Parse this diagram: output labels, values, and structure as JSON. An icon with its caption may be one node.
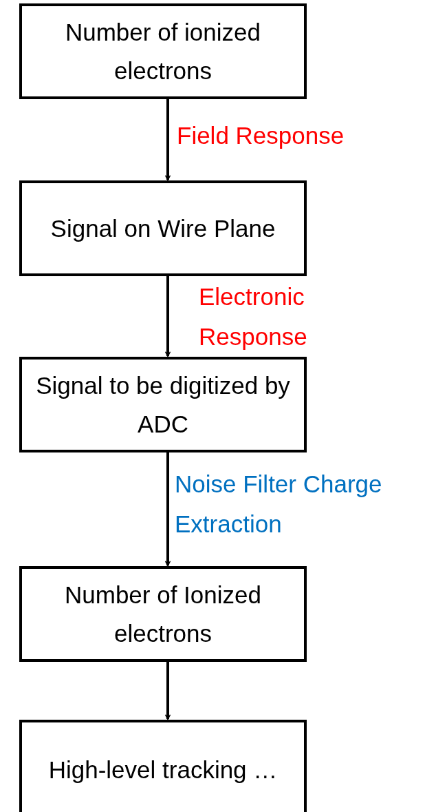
{
  "diagram": {
    "nodes": [
      {
        "text": [
          "Number of ionized electrons"
        ]
      },
      {
        "text": [
          "Signal on Wire Plane"
        ]
      },
      {
        "text": [
          "Signal to be digitized by ADC"
        ]
      },
      {
        "text": [
          "Number of Ionized electrons"
        ]
      },
      {
        "text": [
          "High-level tracking …"
        ]
      }
    ],
    "edges": [
      {
        "from": 0,
        "to": 1,
        "arrow": "to",
        "label": "Field Response"
      },
      {
        "from": 1,
        "to": 2,
        "arrow": "to",
        "label": "Electronic Response"
      },
      {
        "from": 2,
        "to": 3,
        "arrow": "to",
        "label": "Noise Filter Charge Extraction"
      },
      {
        "from": 3,
        "to": 4,
        "arrow": "to"
      }
    ]
  }
}
